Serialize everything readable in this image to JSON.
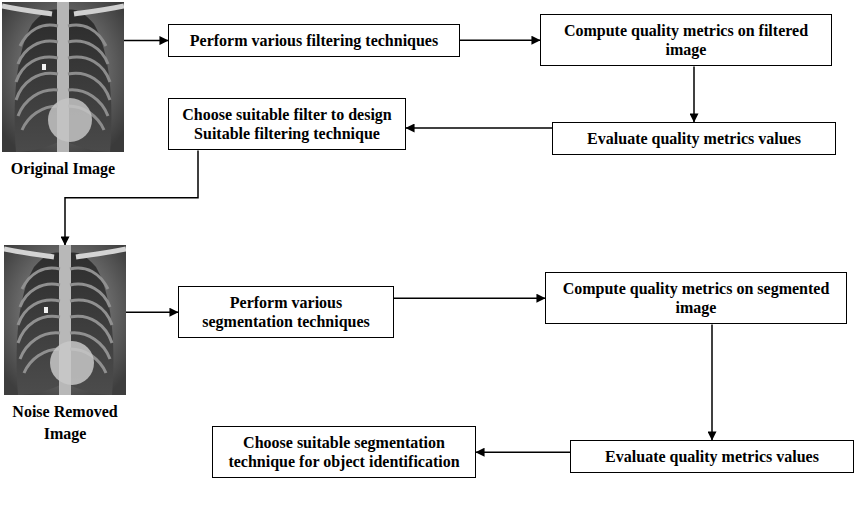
{
  "diagram": {
    "nodes": [
      {
        "text": [
          "Original Image"
        ]
      },
      {
        "text": [
          "Perform various filtering techniques"
        ]
      },
      {
        "text": [
          "Compute quality metrics on filtered image"
        ]
      },
      {
        "text": [
          "Choose suitable filter to design Suitable filtering technique"
        ]
      },
      {
        "text": [
          "Evaluate quality metrics values"
        ]
      },
      {
        "text": [
          "Noise Removed Image"
        ]
      },
      {
        "text": [
          "Perform various segmentation techniques"
        ]
      },
      {
        "text": [
          "Compute quality metrics on segmented image"
        ]
      },
      {
        "text": [
          "Evaluate quality metrics values"
        ]
      },
      {
        "text": [
          "Choose suitable segmentation technique for object identification"
        ]
      }
    ],
    "edges": [
      {
        "from": 0,
        "to": 1,
        "arrow": "to"
      },
      {
        "from": 1,
        "to": 2,
        "arrow": "to"
      },
      {
        "from": 2,
        "to": 4,
        "arrow": "to"
      },
      {
        "from": 4,
        "to": 3,
        "arrow": "to"
      },
      {
        "from": 3,
        "to": 5,
        "arrow": "to"
      },
      {
        "from": 5,
        "to": 6,
        "arrow": "to"
      },
      {
        "from": 6,
        "to": 7,
        "arrow": "to"
      },
      {
        "from": 7,
        "to": 8,
        "arrow": "to"
      },
      {
        "from": 8,
        "to": 9,
        "arrow": "to"
      }
    ]
  }
}
